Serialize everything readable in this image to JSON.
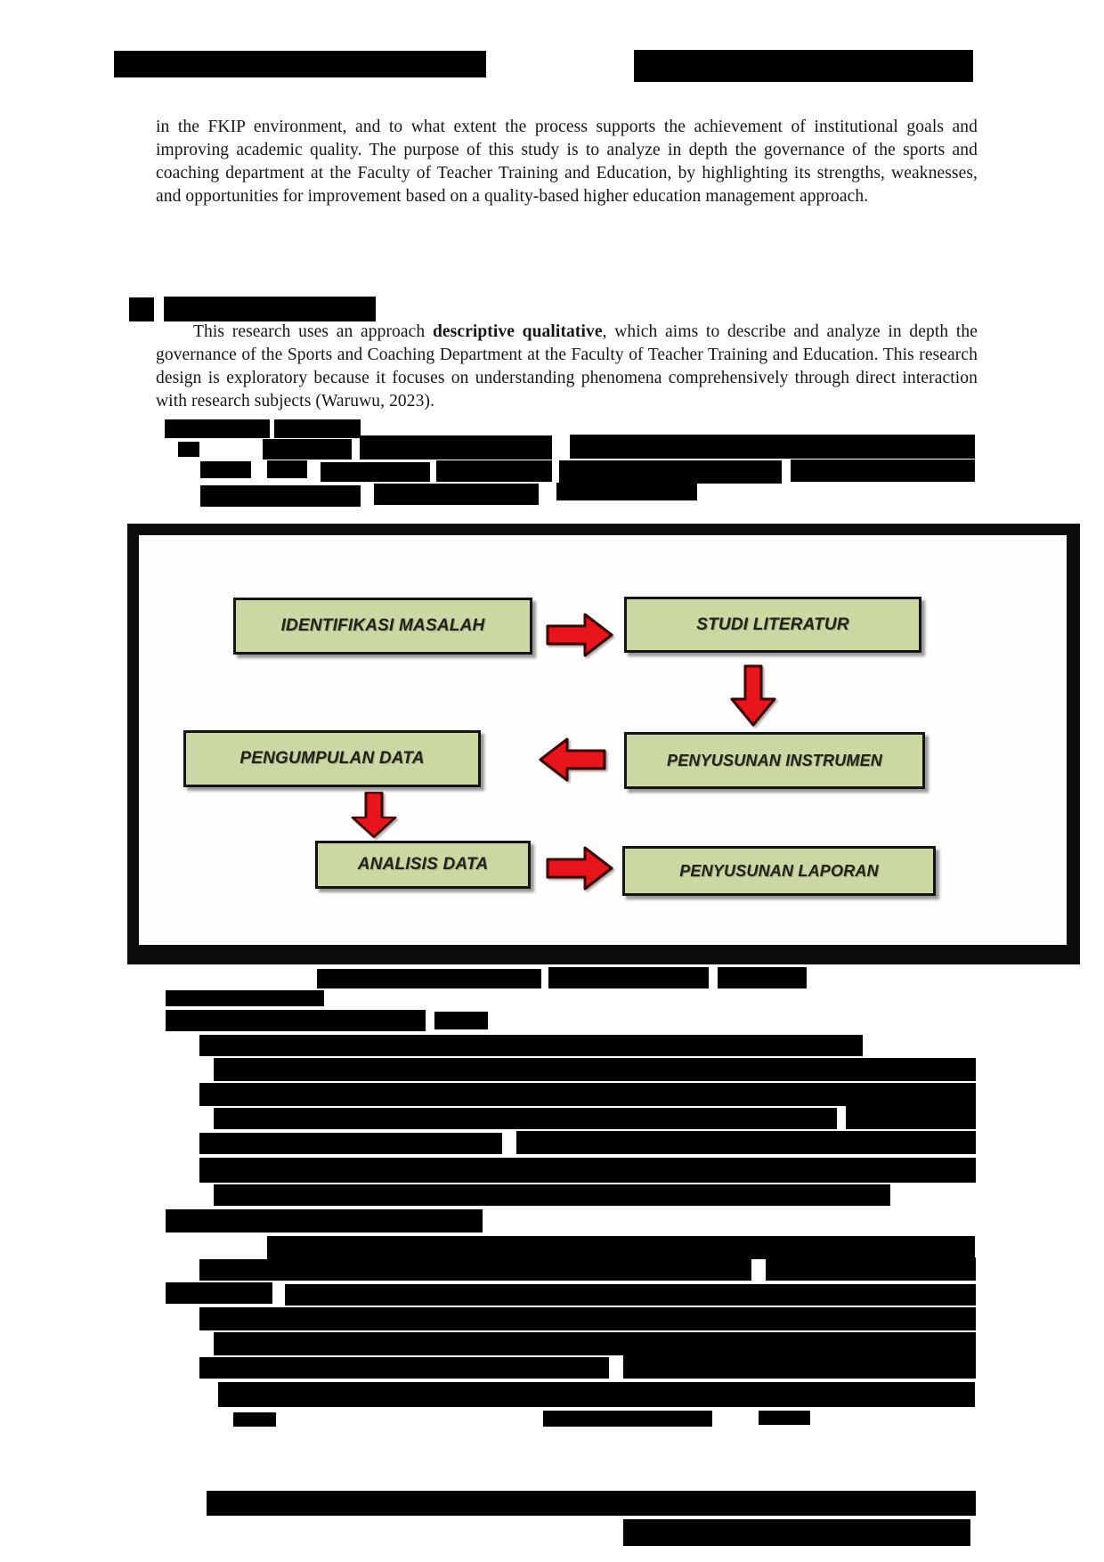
{
  "document": {
    "paragraph1": "in the FKIP environment, and to what extent the process supports the achievement of institutional goals and improving academic quality. The purpose of this study is to analyze in depth the governance of the sports and coaching department at the Faculty of Teacher Training and Education, by highlighting its strengths, weaknesses, and opportunities for improvement based on a quality-based higher education management approach.",
    "paragraph2_pre": "This research uses an approach ",
    "paragraph2_bold": "descriptive qualitative",
    "paragraph2_post": ", which aims to describe and analyze in depth the governance of the Sports and Coaching Department at the Faculty of Teacher Training and Education. This research design is exploratory because it focuses on understanding phenomena comprehensively through direct interaction with research subjects (Waruwu, 2023)."
  },
  "figure": {
    "type": "flowchart",
    "boxes": [
      {
        "id": "identifikasi-masalah",
        "label": "IDENTIFIKASI MASALAH"
      },
      {
        "id": "studi-literatur",
        "label": "STUDI LITERATUR"
      },
      {
        "id": "pengumpulan-data",
        "label": "PENGUMPULAN DATA"
      },
      {
        "id": "penyusunan-instrumen",
        "label": "PENYUSUNAN INSTRUMEN"
      },
      {
        "id": "analisis-data",
        "label": "ANALISIS DATA"
      },
      {
        "id": "penyusunan-laporan",
        "label": "PENYUSUNAN LAPORAN"
      }
    ],
    "arrows": [
      {
        "from": "identifikasi-masalah",
        "to": "studi-literatur",
        "direction": "right"
      },
      {
        "from": "studi-literatur",
        "to": "penyusunan-instrumen",
        "direction": "down"
      },
      {
        "from": "penyusunan-instrumen",
        "to": "pengumpulan-data",
        "direction": "left"
      },
      {
        "from": "pengumpulan-data",
        "to": "analisis-data",
        "direction": "down"
      },
      {
        "from": "analisis-data",
        "to": "penyusunan-laporan",
        "direction": "right"
      }
    ],
    "colors": {
      "box_fill": "#ccd8a4",
      "box_border": "#141414",
      "arrow_fill": "#e8151c",
      "arrow_outline": "#3a0000",
      "frame_border": "#0c0c0c"
    }
  },
  "redactions": [
    [
      128,
      57,
      418,
      30
    ],
    [
      712,
      56,
      381,
      36
    ],
    [
      145,
      334,
      28,
      27
    ],
    [
      184,
      333,
      238,
      28
    ],
    [
      185,
      471,
      118,
      21
    ],
    [
      308,
      471,
      97,
      21
    ],
    [
      200,
      496,
      24,
      17
    ],
    [
      295,
      493,
      100,
      23
    ],
    [
      404,
      489,
      216,
      27
    ],
    [
      640,
      488,
      455,
      27
    ],
    [
      225,
      518,
      57,
      19
    ],
    [
      300,
      517,
      45,
      20
    ],
    [
      360,
      519,
      123,
      22
    ],
    [
      490,
      517,
      130,
      24
    ],
    [
      628,
      517,
      250,
      26
    ],
    [
      888,
      516,
      207,
      25
    ],
    [
      225,
      545,
      180,
      24
    ],
    [
      420,
      543,
      185,
      24
    ],
    [
      625,
      542,
      158,
      20
    ],
    [
      356,
      1088,
      252,
      22
    ],
    [
      616,
      1086,
      180,
      24
    ],
    [
      806,
      1086,
      100,
      24
    ],
    [
      186,
      1112,
      178,
      18
    ],
    [
      186,
      1134,
      292,
      24
    ],
    [
      488,
      1136,
      60,
      20
    ],
    [
      224,
      1162,
      745,
      24
    ],
    [
      240,
      1188,
      856,
      26
    ],
    [
      224,
      1216,
      872,
      26
    ],
    [
      240,
      1244,
      700,
      24
    ],
    [
      950,
      1242,
      146,
      26
    ],
    [
      224,
      1272,
      340,
      24
    ],
    [
      580,
      1270,
      516,
      26
    ],
    [
      224,
      1300,
      872,
      28
    ],
    [
      240,
      1330,
      760,
      24
    ],
    [
      186,
      1358,
      356,
      26
    ],
    [
      300,
      1388,
      795,
      26
    ],
    [
      224,
      1414,
      620,
      24
    ],
    [
      860,
      1412,
      236,
      26
    ],
    [
      186,
      1440,
      120,
      24
    ],
    [
      320,
      1442,
      776,
      24
    ],
    [
      224,
      1468,
      872,
      26
    ],
    [
      240,
      1496,
      856,
      26
    ],
    [
      224,
      1524,
      460,
      24
    ],
    [
      700,
      1522,
      396,
      26
    ],
    [
      245,
      1552,
      850,
      28
    ],
    [
      262,
      1586,
      48,
      16
    ],
    [
      610,
      1584,
      190,
      18
    ],
    [
      742,
      1584,
      48,
      16
    ],
    [
      852,
      1584,
      58,
      16
    ],
    [
      232,
      1674,
      864,
      28
    ],
    [
      700,
      1706,
      390,
      30
    ]
  ]
}
